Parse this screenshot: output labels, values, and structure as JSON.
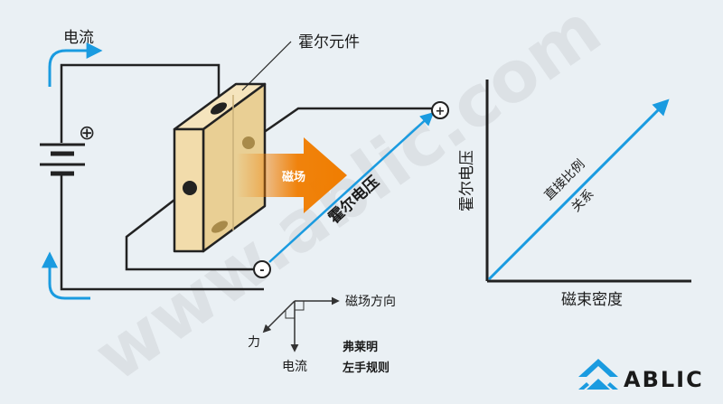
{
  "labels": {
    "current_top": "电流",
    "hall_element": "霍尔元件",
    "magnetic_field_arrow": "磁场",
    "hall_voltage_diagonal": "霍尔电压",
    "plus_terminal": "+",
    "minus_terminal": "-",
    "battery_plus": "⊕",
    "field_direction": "磁场方向",
    "force": "力",
    "current_bottom": "电流",
    "rule_line1": "弗莱明",
    "rule_line2": "左手规则"
  },
  "graph": {
    "y_axis_label": "霍尔电压",
    "x_axis_label": "磁束密度",
    "line_annotation_line1": "直接比例",
    "line_annotation_line2": "关系"
  },
  "brand": {
    "name": "ABLIC",
    "watermark": "www.ablic.com",
    "accent_color": "#1a9be0"
  },
  "colors": {
    "blue": "#1a9be0",
    "orange": "#f07d00",
    "element_fill": "#f2dcab",
    "background": "#eaf0f4"
  }
}
